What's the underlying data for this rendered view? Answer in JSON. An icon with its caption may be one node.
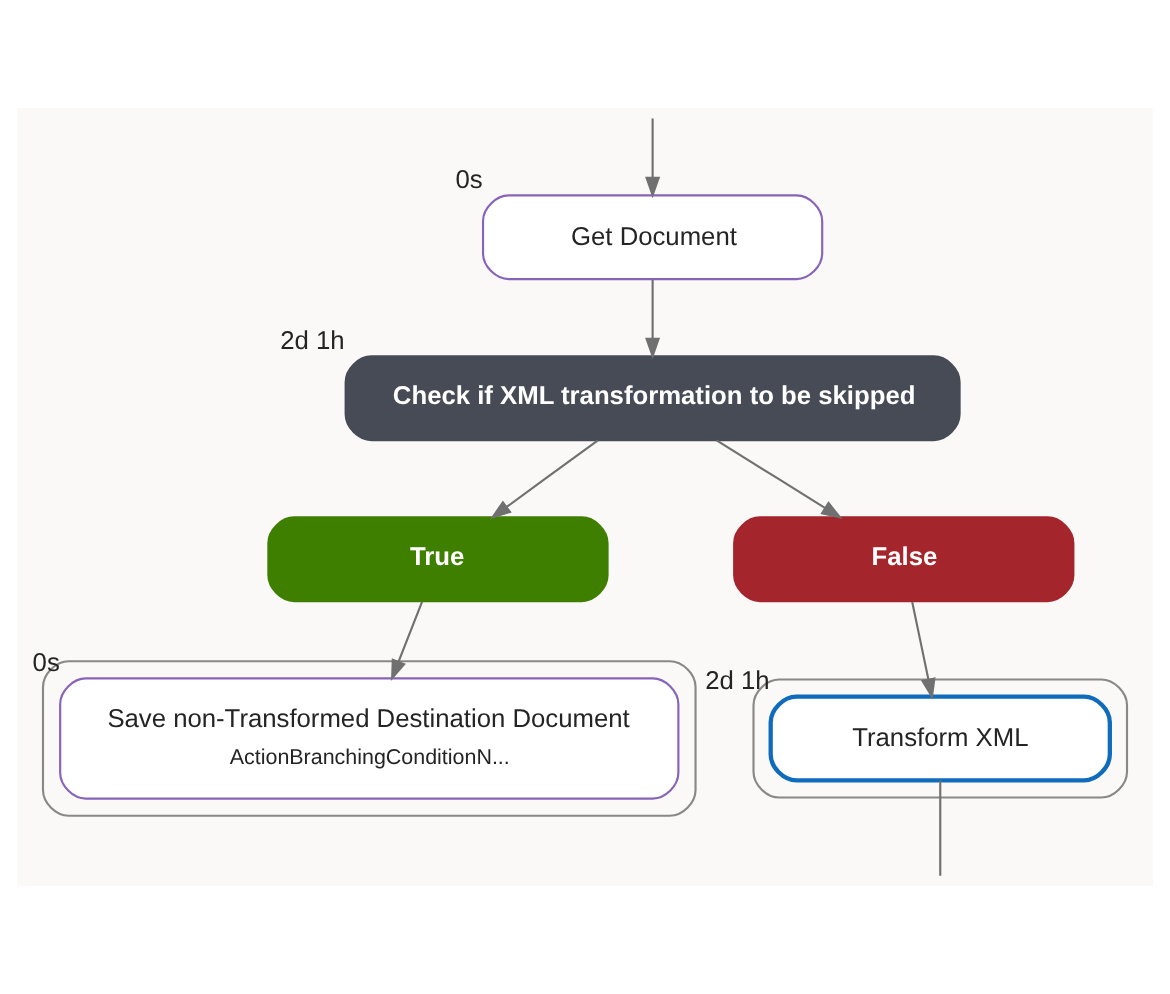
{
  "diagram": {
    "nodes": [
      {
        "text": [
          "Get Document"
        ],
        "beside": [
          "0s"
        ]
      },
      {
        "text": [
          "Check if XML transformation to be skipped"
        ],
        "beside": [
          "2d 1h"
        ]
      },
      {
        "text": [
          "True"
        ]
      },
      {
        "text": [],
        "shape": "box"
      },
      {
        "text": [
          "Save non-Transformed Destination Document",
          "ActionBranchingConditionN..."
        ],
        "in": 3,
        "beside": [
          "0s"
        ]
      },
      {
        "text": [
          "False"
        ]
      },
      {
        "text": [],
        "shape": "box"
      },
      {
        "text": [
          "Transform XML"
        ],
        "in": 6,
        "beside": [
          "2d 1h"
        ]
      }
    ],
    "edges": [
      {
        "from": null,
        "to": 0,
        "arrow": "to"
      },
      {
        "from": 0,
        "to": 1,
        "arrow": "to"
      },
      {
        "from": 1,
        "to": 2,
        "arrow": "to"
      },
      {
        "from": 1,
        "to": 5,
        "arrow": "to"
      },
      {
        "from": 2,
        "to": 4,
        "arrow": "to"
      },
      {
        "from": 5,
        "to": 7,
        "arrow": "to"
      },
      {
        "from": 7,
        "to": null,
        "arrow": "none"
      }
    ]
  }
}
